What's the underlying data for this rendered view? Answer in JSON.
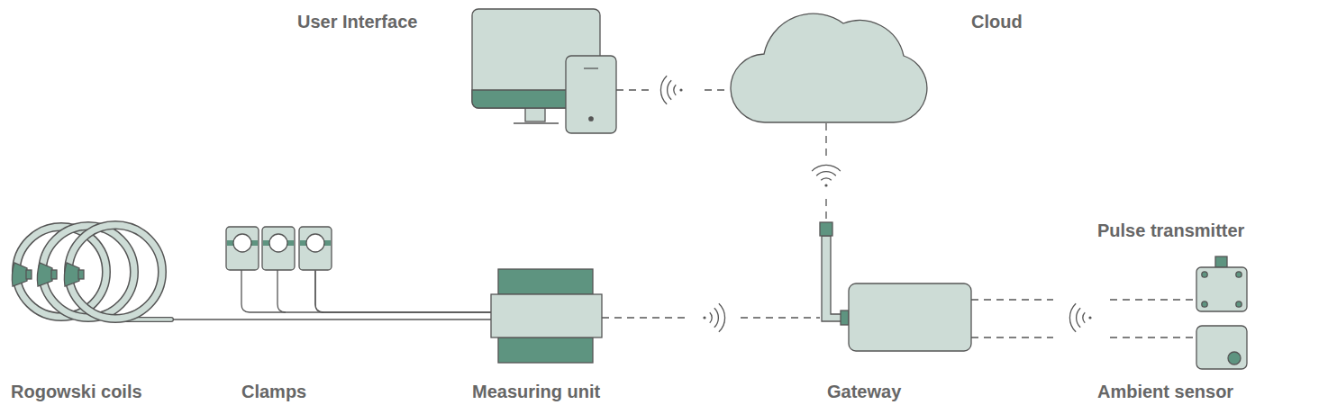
{
  "diagram": {
    "nodes": [
      {
        "text": [
          "User Interface"
        ]
      },
      {
        "text": [
          "Cloud"
        ]
      },
      {
        "text": [
          "Rogowski coils"
        ]
      },
      {
        "text": [
          "Clamps"
        ]
      },
      {
        "text": [
          "Measuring unit"
        ]
      },
      {
        "text": [
          "Gateway"
        ]
      },
      {
        "text": [
          "Pulse transmitter"
        ]
      },
      {
        "text": [
          "Ambient sensor"
        ]
      }
    ],
    "edges": [
      {
        "from": 0,
        "to": 1,
        "arrow": "none"
      },
      {
        "from": 1,
        "to": 5,
        "arrow": "none"
      },
      {
        "from": 2,
        "to": 4,
        "arrow": "none"
      },
      {
        "from": 3,
        "to": 4,
        "arrow": "none"
      },
      {
        "from": 4,
        "to": 5,
        "arrow": "none"
      },
      {
        "from": 5,
        "to": 6,
        "arrow": "none"
      },
      {
        "from": 5,
        "to": 7,
        "arrow": "none"
      }
    ]
  }
}
